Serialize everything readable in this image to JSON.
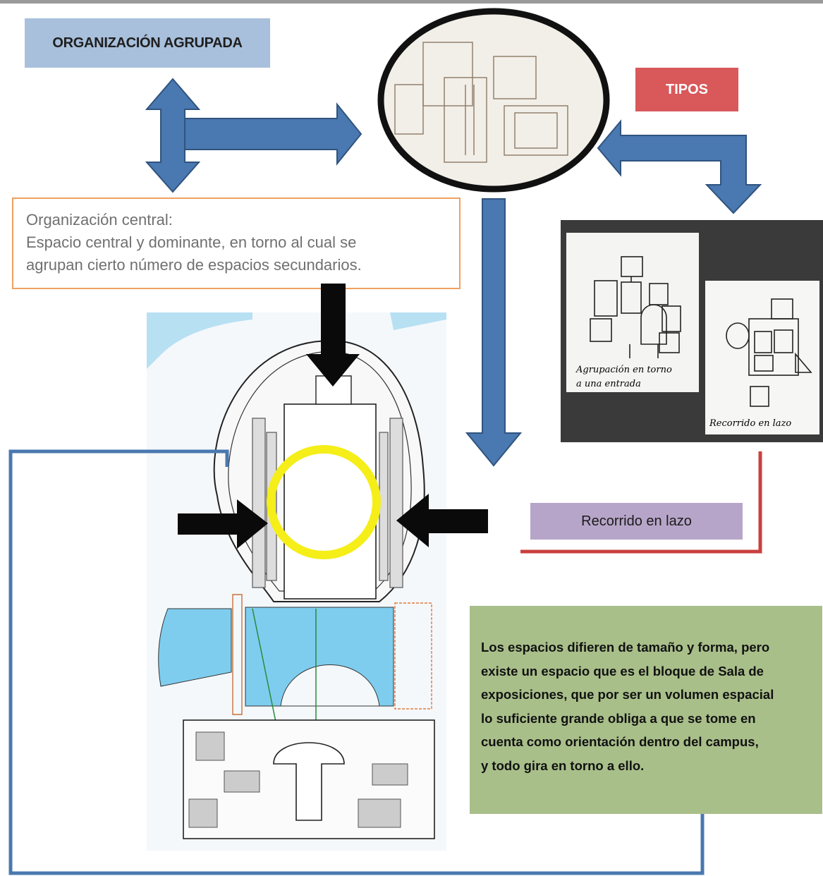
{
  "title": "ORGANIZACIÓN AGRUPADA",
  "tipos_label": "TIPOS",
  "central_box": {
    "line1": "Organización central:",
    "line2": "Espacio central y dominante, en torno al cual se",
    "line3": "agrupan cierto número de espacios secundarios."
  },
  "recorrido_label": "Recorrido en lazo",
  "description": {
    "line1": "Los espacios difieren de tamaño y forma, pero",
    "line2": "existe un espacio que es el  bloque de Sala de",
    "line3": "exposiciones, que por ser un volumen espacial",
    "line4": "lo suficiente grande obliga a que se tome en",
    "line5": "cuenta como orientación dentro del campus,",
    "line6": "y todo gira en torno a ello."
  },
  "sketches": {
    "sketch1_caption_line1": "Agrupación en torno",
    "sketch1_caption_line2": "a una entrada",
    "sketch2_caption": "Recorrido en lazo"
  },
  "colors": {
    "arrow_blue": "#4a78b0",
    "title_bg": "#a8c0dc",
    "tipos_bg": "#d9585a",
    "central_border": "#f0a060",
    "lazo_bg": "#b7a5c9",
    "green_bg": "#a9bf8a",
    "highlight_circle": "#f5ee18",
    "connector_red": "#c9403f",
    "connector_blue": "#4a78b0"
  },
  "icons": [
    "double-arrow-icon",
    "down-arrow-icon",
    "left-arrow-icon",
    "black-pointer-arrow-icon",
    "highlight-circle-icon"
  ]
}
